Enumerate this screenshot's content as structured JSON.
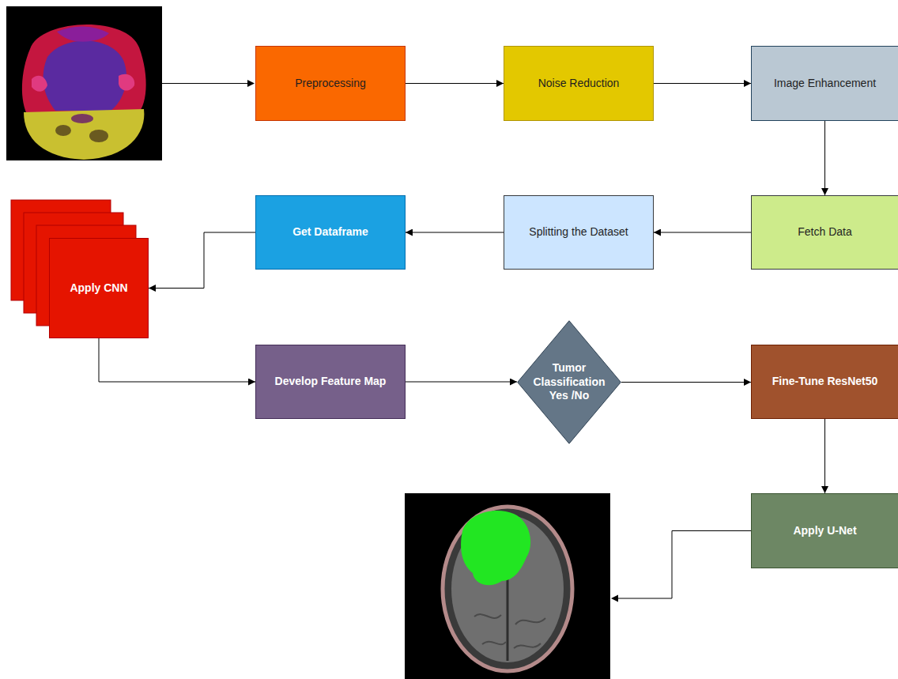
{
  "diagram": {
    "nodes": [
      {
        "text": [
          "Preprocessing"
        ]
      },
      {
        "text": [
          "Noise Reduction"
        ]
      },
      {
        "text": [
          "Image Enhancement"
        ]
      },
      {
        "text": [
          "Fetch Data"
        ]
      },
      {
        "text": [
          "Splitting the Dataset"
        ]
      },
      {
        "text": [
          "Get Dataframe"
        ]
      },
      {
        "text": [
          "Apply CNN"
        ]
      },
      {
        "text": [
          "Develop Feature Map"
        ]
      },
      {
        "text": [
          "Tumor Classification Yes /No"
        ]
      },
      {
        "text": [
          "Fine-Tune ResNet50"
        ]
      },
      {
        "text": [
          "Apply U-Net"
        ]
      }
    ],
    "edges": [
      {
        "from": 0,
        "to": 1,
        "arrow": "to"
      },
      {
        "from": 1,
        "to": 2,
        "arrow": "to"
      },
      {
        "from": 2,
        "to": 3,
        "arrow": "to"
      },
      {
        "from": 3,
        "to": 4,
        "arrow": "to"
      },
      {
        "from": 4,
        "to": 5,
        "arrow": "to"
      },
      {
        "from": 5,
        "to": 6,
        "arrow": "to"
      },
      {
        "from": 6,
        "to": 7,
        "arrow": "to"
      },
      {
        "from": 7,
        "to": 8,
        "arrow": "to"
      },
      {
        "from": 8,
        "to": 9,
        "arrow": "to"
      },
      {
        "from": 9,
        "to": 10,
        "arrow": "to"
      }
    ]
  }
}
